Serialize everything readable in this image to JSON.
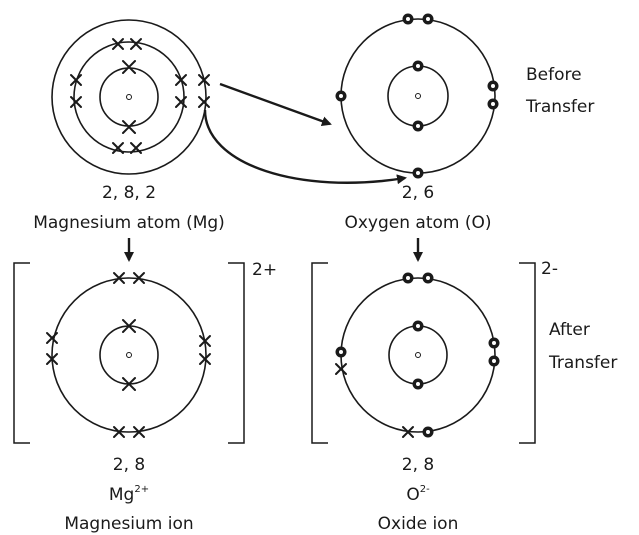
{
  "mg_atom": {
    "config": "2, 8, 2",
    "name": "Magnesium atom (Mg)"
  },
  "o_atom": {
    "config": "2, 6",
    "name": "Oxygen atom (O)"
  },
  "before_label": [
    "Before",
    "Transfer"
  ],
  "after_label": [
    "After",
    "Transfer"
  ],
  "mg_ion": {
    "charge": "2+",
    "config": "2, 8",
    "formula_base": "Mg",
    "formula_sup": "2+",
    "name": "Magnesium ion"
  },
  "oxide_ion": {
    "charge": "2-",
    "config": "2, 8",
    "formula_base": "O",
    "formula_sup": "2-",
    "name": "Oxide ion"
  }
}
